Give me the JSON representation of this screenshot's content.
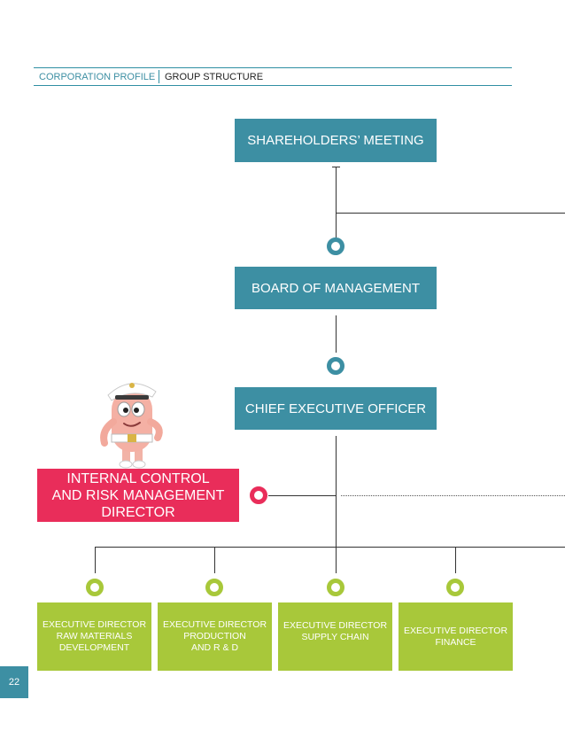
{
  "header": {
    "section": "CORPORATION PROFILE",
    "page": "GROUP STRUCTURE"
  },
  "org": {
    "shareholders": "SHAREHOLDERS’ MEETING",
    "board": "BOARD OF MANAGEMENT",
    "ceo": "CHIEF EXECUTIVE OFFICER",
    "internal_control": [
      "INTERNAL CONTROL",
      "AND RISK MANAGEMENT",
      "DIRECTOR"
    ],
    "executives": [
      [
        "EXECUTIVE DIRECTOR",
        "RAW MATERIALS",
        "DEVELOPMENT"
      ],
      [
        "EXECUTIVE DIRECTOR",
        "PRODUCTION",
        "AND R & D"
      ],
      [
        "EXECUTIVE DIRECTOR",
        "SUPPLY CHAIN"
      ],
      [
        "EXECUTIVE DIRECTOR",
        "FINANCE"
      ]
    ]
  },
  "footer": {
    "page_number": "22"
  },
  "colors": {
    "teal": "#3d8fa3",
    "green": "#a8c83a",
    "pink": "#e92d5a",
    "line": "#333333"
  },
  "icons": {
    "connector": "circle-node-icon",
    "mascot": "mascot-character-icon"
  }
}
